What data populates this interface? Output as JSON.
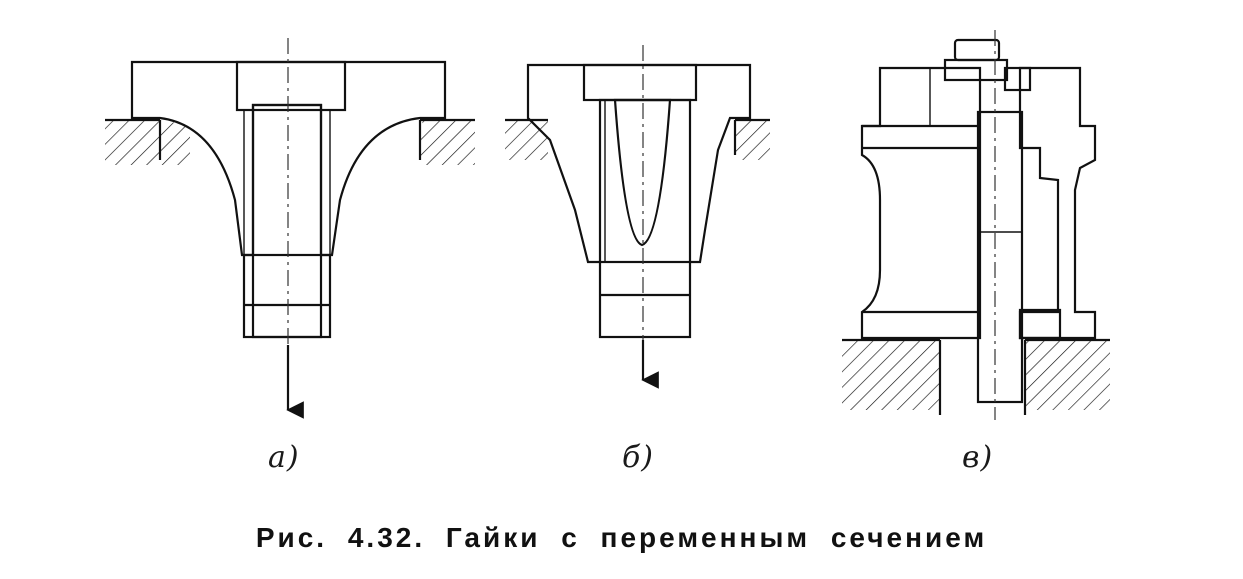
{
  "figure": {
    "labels": {
      "a": "а)",
      "b": "б)",
      "c": "в)"
    },
    "caption": "Рис. 4.32. Гайки с переменным сечением"
  }
}
